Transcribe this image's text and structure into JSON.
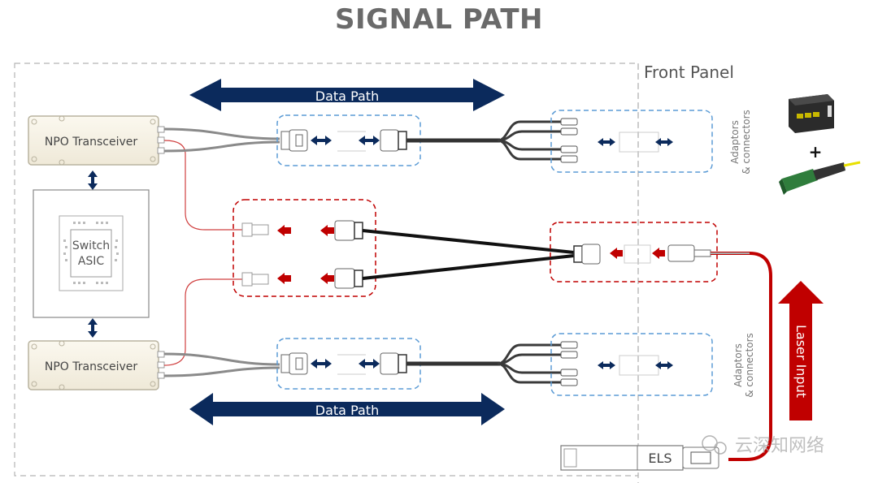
{
  "title": "SIGNAL PATH",
  "front_panel_label": "Front Panel",
  "data_path_label": "Data Path",
  "npo_transceiver_label": "NPO Transceiver",
  "switch_asic_label": [
    "Switch",
    "ASIC"
  ],
  "adaptors_label": [
    "Adaptors",
    "& connectors"
  ],
  "laser_input_label": "Laser Input",
  "els_label": "ELS",
  "plus_sign": "+",
  "watermark": "云深知网络",
  "colors": {
    "data_path": "#0b2a5c",
    "laser": "#c00000",
    "dashed_blue": "#5b9bd5",
    "dashed_red": "#c00000",
    "title": "#6a6a6a",
    "fiber": "#3a3a3a"
  }
}
